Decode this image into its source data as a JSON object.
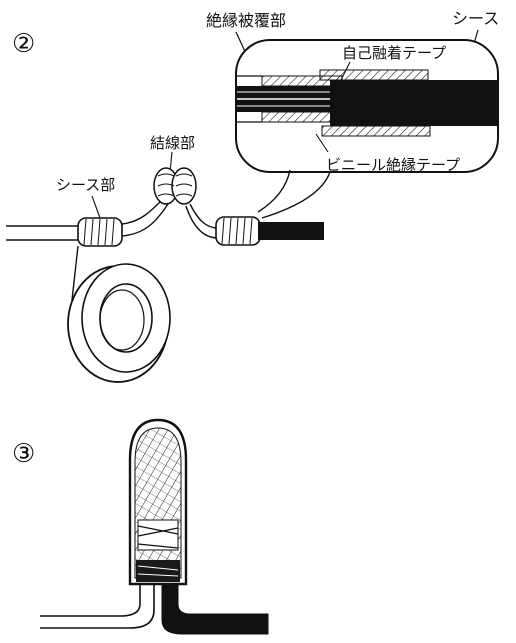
{
  "step2": {
    "number": "②",
    "labels": {
      "insulation_coating": "絶縁被覆部",
      "sheath": "シース",
      "self_fusing_tape": "自己融着テープ",
      "vinyl_tape": "ビニール絶縁テープ",
      "connection": "結線部",
      "sheath_part": "シース部"
    }
  },
  "step3": {
    "number": "③"
  }
}
